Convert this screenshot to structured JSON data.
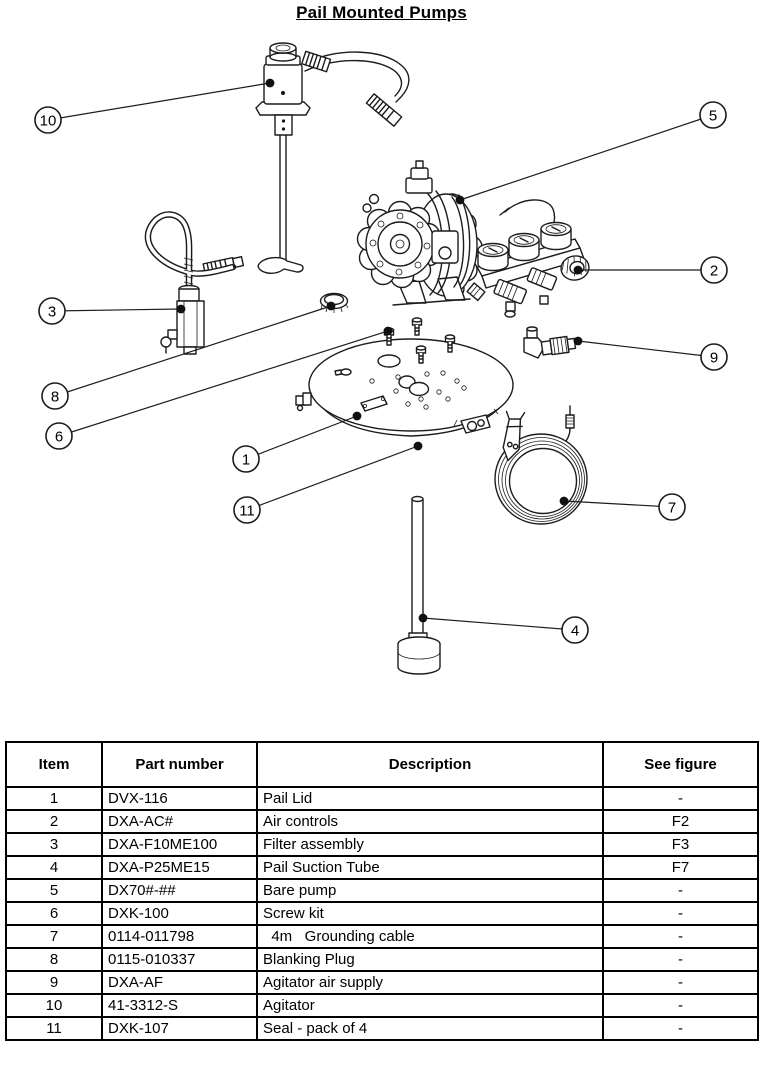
{
  "title": "Pail Mounted Pumps",
  "colors": {
    "ink": "#1c1c1c",
    "background": "#ffffff",
    "table_border": "#000000"
  },
  "diagram": {
    "callouts": [
      {
        "label": "1",
        "part": "Pail Lid"
      },
      {
        "label": "2",
        "part": "Air controls"
      },
      {
        "label": "3",
        "part": "Filter assembly"
      },
      {
        "label": "4",
        "part": "Pail Suction Tube"
      },
      {
        "label": "5",
        "part": "Bare pump"
      },
      {
        "label": "6",
        "part": "Screw kit"
      },
      {
        "label": "7",
        "part": "Grounding cable"
      },
      {
        "label": "8",
        "part": "Blanking Plug"
      },
      {
        "label": "9",
        "part": "Agitator air supply"
      },
      {
        "label": "10",
        "part": "Agitator"
      },
      {
        "label": "11",
        "part": "Seal"
      }
    ]
  },
  "table": {
    "headers": [
      "Item",
      "Part number",
      "Description",
      "See figure"
    ],
    "rows": [
      [
        "1",
        "DVX-116",
        "Pail Lid",
        "-"
      ],
      [
        "2",
        "DXA-AC#",
        "Air controls",
        "F2"
      ],
      [
        "3",
        "DXA-F10ME100",
        "Filter assembly",
        "F3"
      ],
      [
        "4",
        "DXA-P25ME15",
        "Pail Suction Tube",
        "F7"
      ],
      [
        "5",
        "DX70#-##",
        "Bare pump",
        "-"
      ],
      [
        "6",
        "DXK-100",
        "Screw kit",
        "-"
      ],
      [
        "7",
        "0114-011798",
        "  4m   Grounding cable",
        "-"
      ],
      [
        "8",
        "0115-010337",
        "Blanking Plug",
        "-"
      ],
      [
        "9",
        "DXA-AF",
        "Agitator air supply",
        "-"
      ],
      [
        "10",
        "41-3312-S",
        "Agitator",
        "-"
      ],
      [
        "11",
        "DXK-107",
        "Seal - pack of 4",
        "-"
      ]
    ]
  }
}
